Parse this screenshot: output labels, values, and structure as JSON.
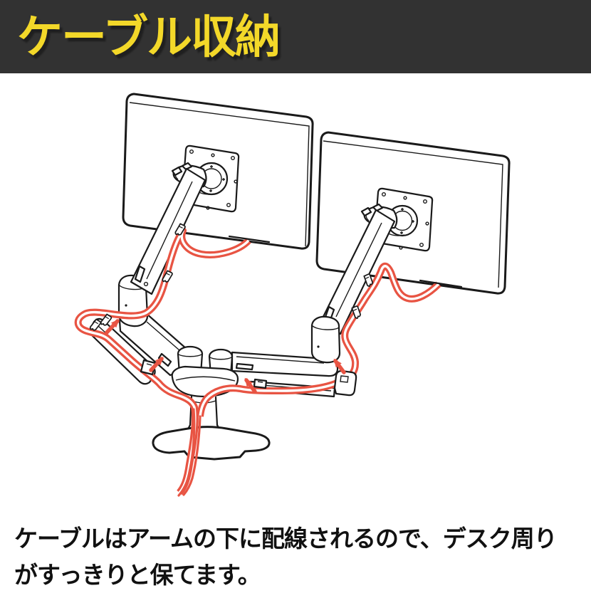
{
  "header": {
    "title": "ケーブル収納",
    "bg_color": "#323232",
    "text_color": "#f3d829"
  },
  "caption": {
    "line1": "ケーブルはアームの下に配線されるので、デスク周り",
    "line2": "がすっきりと保てます。",
    "text_color": "#111111"
  },
  "diagram": {
    "type": "line-art product illustration",
    "line_color": "#1a1a1a",
    "cable_color": "#e85443",
    "cable_arrow_count": 4,
    "parts": [
      "left-monitor-back",
      "right-monitor-back",
      "left-vesa-plate",
      "right-vesa-plate",
      "left-articulating-arm",
      "right-articulating-arm",
      "dual-arm-hub",
      "desk-pole-and-base",
      "under-arm-cable-channels",
      "cable-clips",
      "routed-red-cables"
    ]
  }
}
